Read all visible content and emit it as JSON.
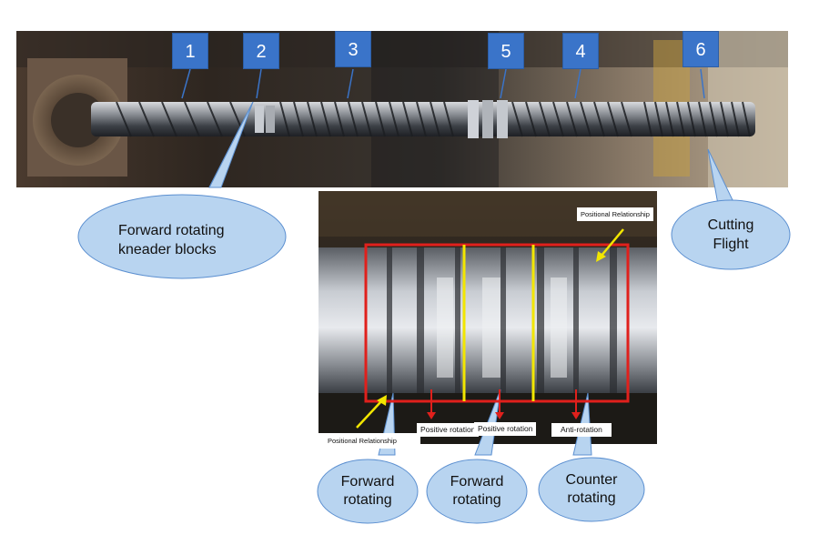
{
  "numbers": {
    "n1": "1",
    "n2": "2",
    "n3": "3",
    "n5": "5",
    "n4": "4",
    "n6": "6"
  },
  "callouts": {
    "forward_kneader_line1": "Forward rotating",
    "forward_kneader_line2": "kneader blocks",
    "cutting_line1": "Cutting",
    "cutting_line2": "Flight",
    "fwd1_line1": "Forward",
    "fwd1_line2": "rotating",
    "fwd2_line1": "Forward",
    "fwd2_line2": "rotating",
    "counter_line1": "Counter",
    "counter_line2": "rotating"
  },
  "labels": {
    "positional_top": "Positional Relationship",
    "positional_bottom": "Positional Relationship",
    "positive1": "Positive rotation",
    "positive2": "Positive rotation",
    "anti": "Anti-rotation"
  },
  "colors": {
    "callout_fill": "#b8d4f0",
    "callout_stroke": "#5b8fd0",
    "number_box": "#3a74c9",
    "highlight_box": "#e0201c",
    "divider": "#f2e600",
    "arrow_yellow": "#f2e600",
    "arrow_red": "#e0201c"
  }
}
